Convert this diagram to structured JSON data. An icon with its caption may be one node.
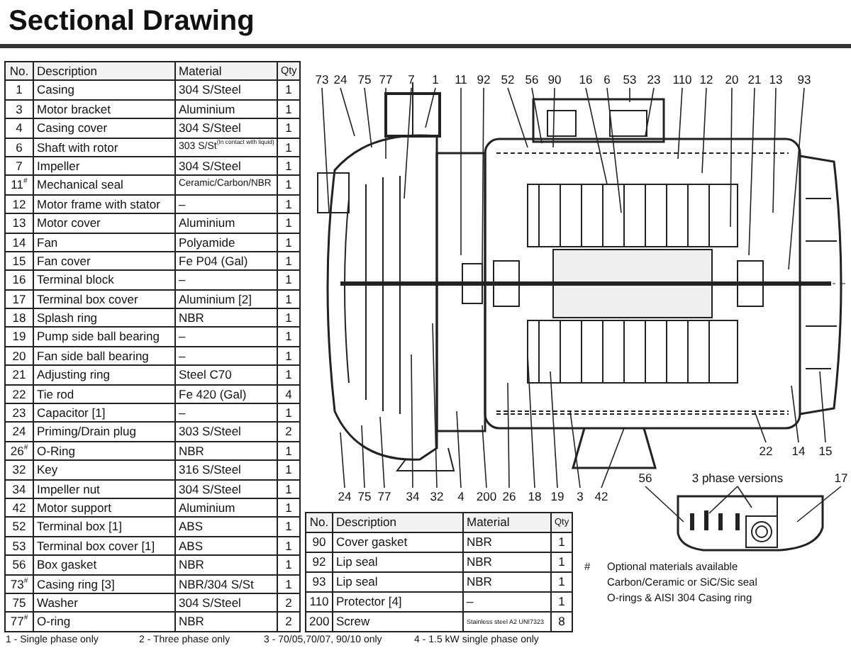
{
  "diagram": {
    "title": "Sectional Drawing",
    "nodes": [
      {
        "text": [
          "73"
        ]
      },
      {
        "text": [
          "24"
        ]
      },
      {
        "text": [
          "75"
        ]
      },
      {
        "text": [
          "77"
        ]
      },
      {
        "text": [
          "7"
        ]
      },
      {
        "text": [
          "1"
        ]
      },
      {
        "text": [
          "11"
        ]
      },
      {
        "text": [
          "92"
        ]
      },
      {
        "text": [
          "52"
        ]
      },
      {
        "text": [
          "56"
        ]
      },
      {
        "text": [
          "90"
        ]
      },
      {
        "text": [
          "16"
        ]
      },
      {
        "text": [
          "6"
        ]
      },
      {
        "text": [
          "53"
        ]
      },
      {
        "text": [
          "23"
        ]
      },
      {
        "text": [
          "110"
        ]
      },
      {
        "text": [
          "12"
        ]
      },
      {
        "text": [
          "20"
        ]
      },
      {
        "text": [
          "21"
        ]
      },
      {
        "text": [
          "13"
        ]
      },
      {
        "text": [
          "93"
        ]
      },
      {
        "text": [
          "24"
        ]
      },
      {
        "text": [
          "75"
        ]
      },
      {
        "text": [
          "77"
        ]
      },
      {
        "text": [
          "34"
        ]
      },
      {
        "text": [
          "32"
        ]
      },
      {
        "text": [
          "4"
        ]
      },
      {
        "text": [
          "200"
        ]
      },
      {
        "text": [
          "26"
        ]
      },
      {
        "text": [
          "18"
        ]
      },
      {
        "text": [
          "19"
        ]
      },
      {
        "text": [
          "3"
        ]
      },
      {
        "text": [
          "42"
        ]
      },
      {
        "text": [
          "22"
        ]
      },
      {
        "text": [
          "14"
        ]
      },
      {
        "text": [
          "15"
        ]
      },
      {
        "text": [
          "56"
        ]
      },
      {
        "text": [
          "3 phase versions"
        ]
      },
      {
        "text": [
          "17"
        ]
      }
    ],
    "edges": [
      {
        "from": 0,
        "to": null,
        "arrow": "none"
      },
      {
        "from": 1,
        "to": null,
        "arrow": "none"
      },
      {
        "from": 2,
        "to": null,
        "arrow": "none"
      },
      {
        "from": 3,
        "to": null,
        "arrow": "none"
      },
      {
        "from": 4,
        "to": null,
        "arrow": "none"
      },
      {
        "from": 5,
        "to": null,
        "arrow": "none"
      },
      {
        "from": 6,
        "to": null,
        "arrow": "none"
      },
      {
        "from": 7,
        "to": null,
        "arrow": "none"
      },
      {
        "from": 8,
        "to": null,
        "arrow": "none"
      },
      {
        "from": 9,
        "to": null,
        "arrow": "none"
      },
      {
        "from": 10,
        "to": null,
        "arrow": "none"
      },
      {
        "from": 11,
        "to": null,
        "arrow": "none"
      },
      {
        "from": 12,
        "to": null,
        "arrow": "none"
      },
      {
        "from": 13,
        "to": null,
        "arrow": "none"
      },
      {
        "from": 14,
        "to": null,
        "arrow": "none"
      },
      {
        "from": 15,
        "to": null,
        "arrow": "none"
      },
      {
        "from": 16,
        "to": null,
        "arrow": "none"
      },
      {
        "from": 17,
        "to": null,
        "arrow": "none"
      },
      {
        "from": 18,
        "to": null,
        "arrow": "none"
      },
      {
        "from": 19,
        "to": null,
        "arrow": "none"
      },
      {
        "from": 20,
        "to": null,
        "arrow": "none"
      },
      {
        "from": 21,
        "to": null,
        "arrow": "none"
      },
      {
        "from": 22,
        "to": null,
        "arrow": "none"
      },
      {
        "from": 23,
        "to": null,
        "arrow": "none"
      },
      {
        "from": 24,
        "to": null,
        "arrow": "none"
      },
      {
        "from": 25,
        "to": null,
        "arrow": "none"
      },
      {
        "from": 26,
        "to": null,
        "arrow": "none"
      },
      {
        "from": 27,
        "to": null,
        "arrow": "none"
      },
      {
        "from": 28,
        "to": null,
        "arrow": "none"
      },
      {
        "from": 29,
        "to": null,
        "arrow": "none"
      },
      {
        "from": 30,
        "to": null,
        "arrow": "none"
      },
      {
        "from": 31,
        "to": null,
        "arrow": "none"
      },
      {
        "from": 32,
        "to": null,
        "arrow": "none"
      },
      {
        "from": 33,
        "to": null,
        "arrow": "none"
      },
      {
        "from": 34,
        "to": null,
        "arrow": "none"
      },
      {
        "from": 35,
        "to": null,
        "arrow": "none"
      },
      {
        "from": 36,
        "to": null,
        "arrow": "none"
      },
      {
        "from": 37,
        "to": null,
        "arrow": "none"
      },
      {
        "from": 37,
        "to": null,
        "arrow": "none"
      },
      {
        "from": 38,
        "to": null,
        "arrow": "none"
      }
    ],
    "labels": [
      "No.",
      "Description",
      "Material",
      "Qty",
      "1",
      "Casing",
      "304 S/Steel",
      "1",
      "3",
      "Motor bracket",
      "Aluminium",
      "1",
      "4",
      "Casing cover",
      "304 S/Steel",
      "1",
      "6",
      "Shaft with rotor",
      "303 S/St$^{(In contact with liquid)}$",
      "1",
      "7",
      "Impeller",
      "304 S/Steel",
      "1",
      "11$^{#}$",
      "Mechanical seal",
      "Ceramic/Carbon/NBR",
      "1",
      "12",
      "Motor frame with stator",
      "–",
      "1",
      "13",
      "Motor cover",
      "Aluminium",
      "1",
      "14",
      "Fan",
      "Polyamide",
      "1",
      "15",
      "Fan cover",
      "Fe P04 (Gal)",
      "1",
      "16",
      "Terminal block",
      "–",
      "1",
      "17",
      "Terminal box cover",
      "Aluminium [2]",
      "1",
      "18",
      "Splash ring",
      "NBR",
      "1",
      "19",
      "Pump side ball bearing",
      "–",
      "1",
      "20",
      "Fan side ball bearing",
      "–",
      "1",
      "21",
      "Adjusting ring",
      "Steel C70",
      "1",
      "22",
      "Tie rod",
      "Fe 420 (Gal)",
      "4",
      "23",
      "Capacitor [1]",
      "–",
      "1",
      "24",
      "Priming/Drain plug",
      "303 S/Steel",
      "2",
      "26$^{#}$",
      "O-Ring",
      "NBR",
      "1",
      "32",
      "Key",
      "316 S/Steel",
      "1",
      "34",
      "Impeller nut",
      "304 S/Steel",
      "1",
      "42",
      "Motor support",
      "Aluminium",
      "1",
      "52",
      "Terminal box [1]",
      "ABS",
      "1",
      "53",
      "Terminal box cover [1]",
      "ABS",
      "1",
      "56",
      "Box gasket",
      "NBR",
      "1",
      "73$^{#}$",
      "Casing ring [3]",
      "NBR/304 S/St",
      "1",
      "75",
      "Washer",
      "304 S/Steel",
      "2",
      "77$^{#}$",
      "O-ring",
      "NBR",
      "2",
      "No.",
      "Description",
      "Material",
      "Qty",
      "90",
      "Cover gasket",
      "NBR",
      "1",
      "92",
      "Lip seal",
      "NBR",
      "1",
      "93",
      "Lip seal",
      "NBR",
      "1",
      "110",
      "Protector [4]",
      "–",
      "1",
      "200",
      "Screw",
      "Stainless steel A2 UNI7323",
      "8",
      "1 - Single phase only",
      "2 - Three phase only",
      "3 - 70/05,70/07, 90/10 only",
      "4 - 1.5 kW single phase only",
      "#",
      "Optional materials available",
      "Carbon/Ceramic or SiC/Sic seal",
      "O-rings & AISI 304 Casing ring"
    ]
  }
}
